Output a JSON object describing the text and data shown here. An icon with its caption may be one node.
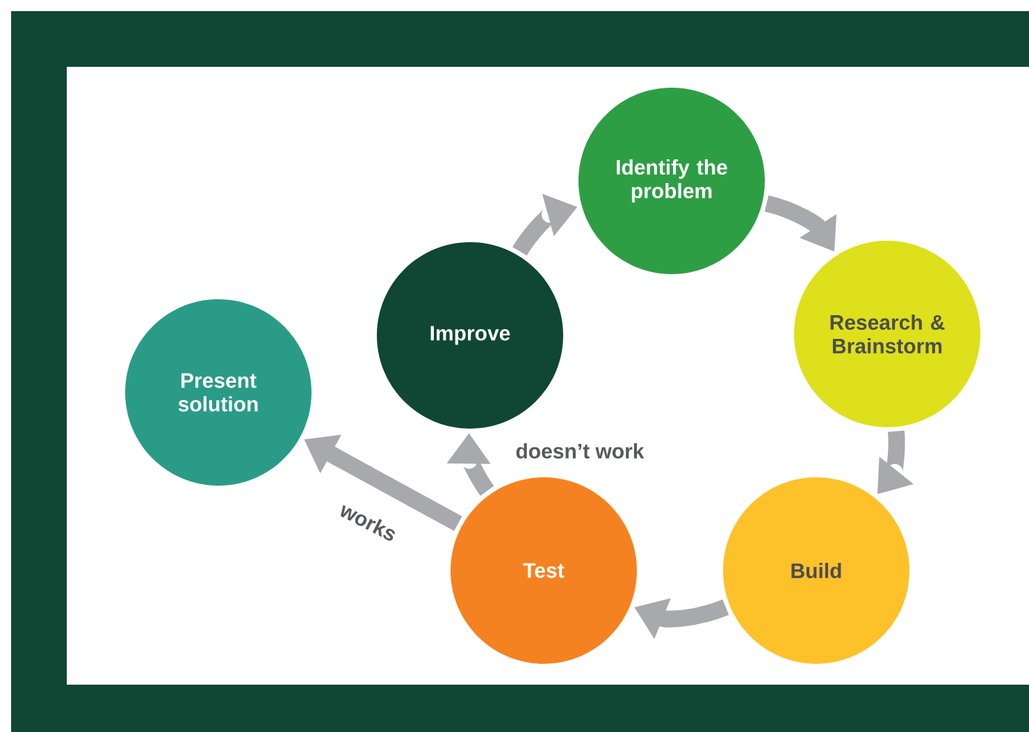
{
  "diagram": {
    "nodes": [
      {
        "text": [
          "Identify the problem"
        ]
      },
      {
        "text": [
          "Research & Brainstorm"
        ]
      },
      {
        "text": [
          "Build"
        ]
      },
      {
        "text": [
          "Test"
        ]
      },
      {
        "text": [
          "Improve"
        ]
      },
      {
        "text": [
          "Present solution"
        ]
      }
    ],
    "edges": [
      {
        "from": 0,
        "to": 1,
        "arrow": "to"
      },
      {
        "from": 1,
        "to": 2,
        "arrow": "to"
      },
      {
        "from": 2,
        "to": 3,
        "arrow": "to"
      },
      {
        "from": 3,
        "to": 4,
        "arrow": "to",
        "label": "doesn’t work"
      },
      {
        "from": 4,
        "to": 0,
        "arrow": "to"
      },
      {
        "from": 3,
        "to": 5,
        "arrow": "to",
        "label": "works"
      }
    ]
  }
}
